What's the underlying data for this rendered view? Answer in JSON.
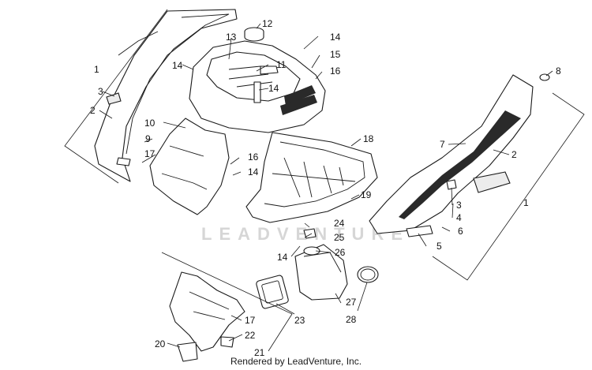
{
  "watermark": "LEADVENTURE",
  "footer": "Rendered by LeadVenture, Inc.",
  "callouts": {
    "c1_left": "1",
    "c2_left": "2",
    "c3_left": "3",
    "c4": "4",
    "c5": "5",
    "c6": "6",
    "c7": "7",
    "c8": "8",
    "c9": "9",
    "c10": "10",
    "c11": "11",
    "c12": "12",
    "c13": "13",
    "c14_a": "14",
    "c14_b": "14",
    "c14_c": "14",
    "c14_d": "14",
    "c14_e": "14",
    "c15": "15",
    "c16_a": "16",
    "c16_b": "16",
    "c17_a": "17",
    "c17_b": "17",
    "c18": "18",
    "c19": "19",
    "c20": "20",
    "c21": "21",
    "c22": "22",
    "c23": "23",
    "c24": "24",
    "c25": "25",
    "c26": "26",
    "c27": "27",
    "c28": "28",
    "c1_right": "1",
    "c2_right": "2",
    "c3_right": "3"
  }
}
